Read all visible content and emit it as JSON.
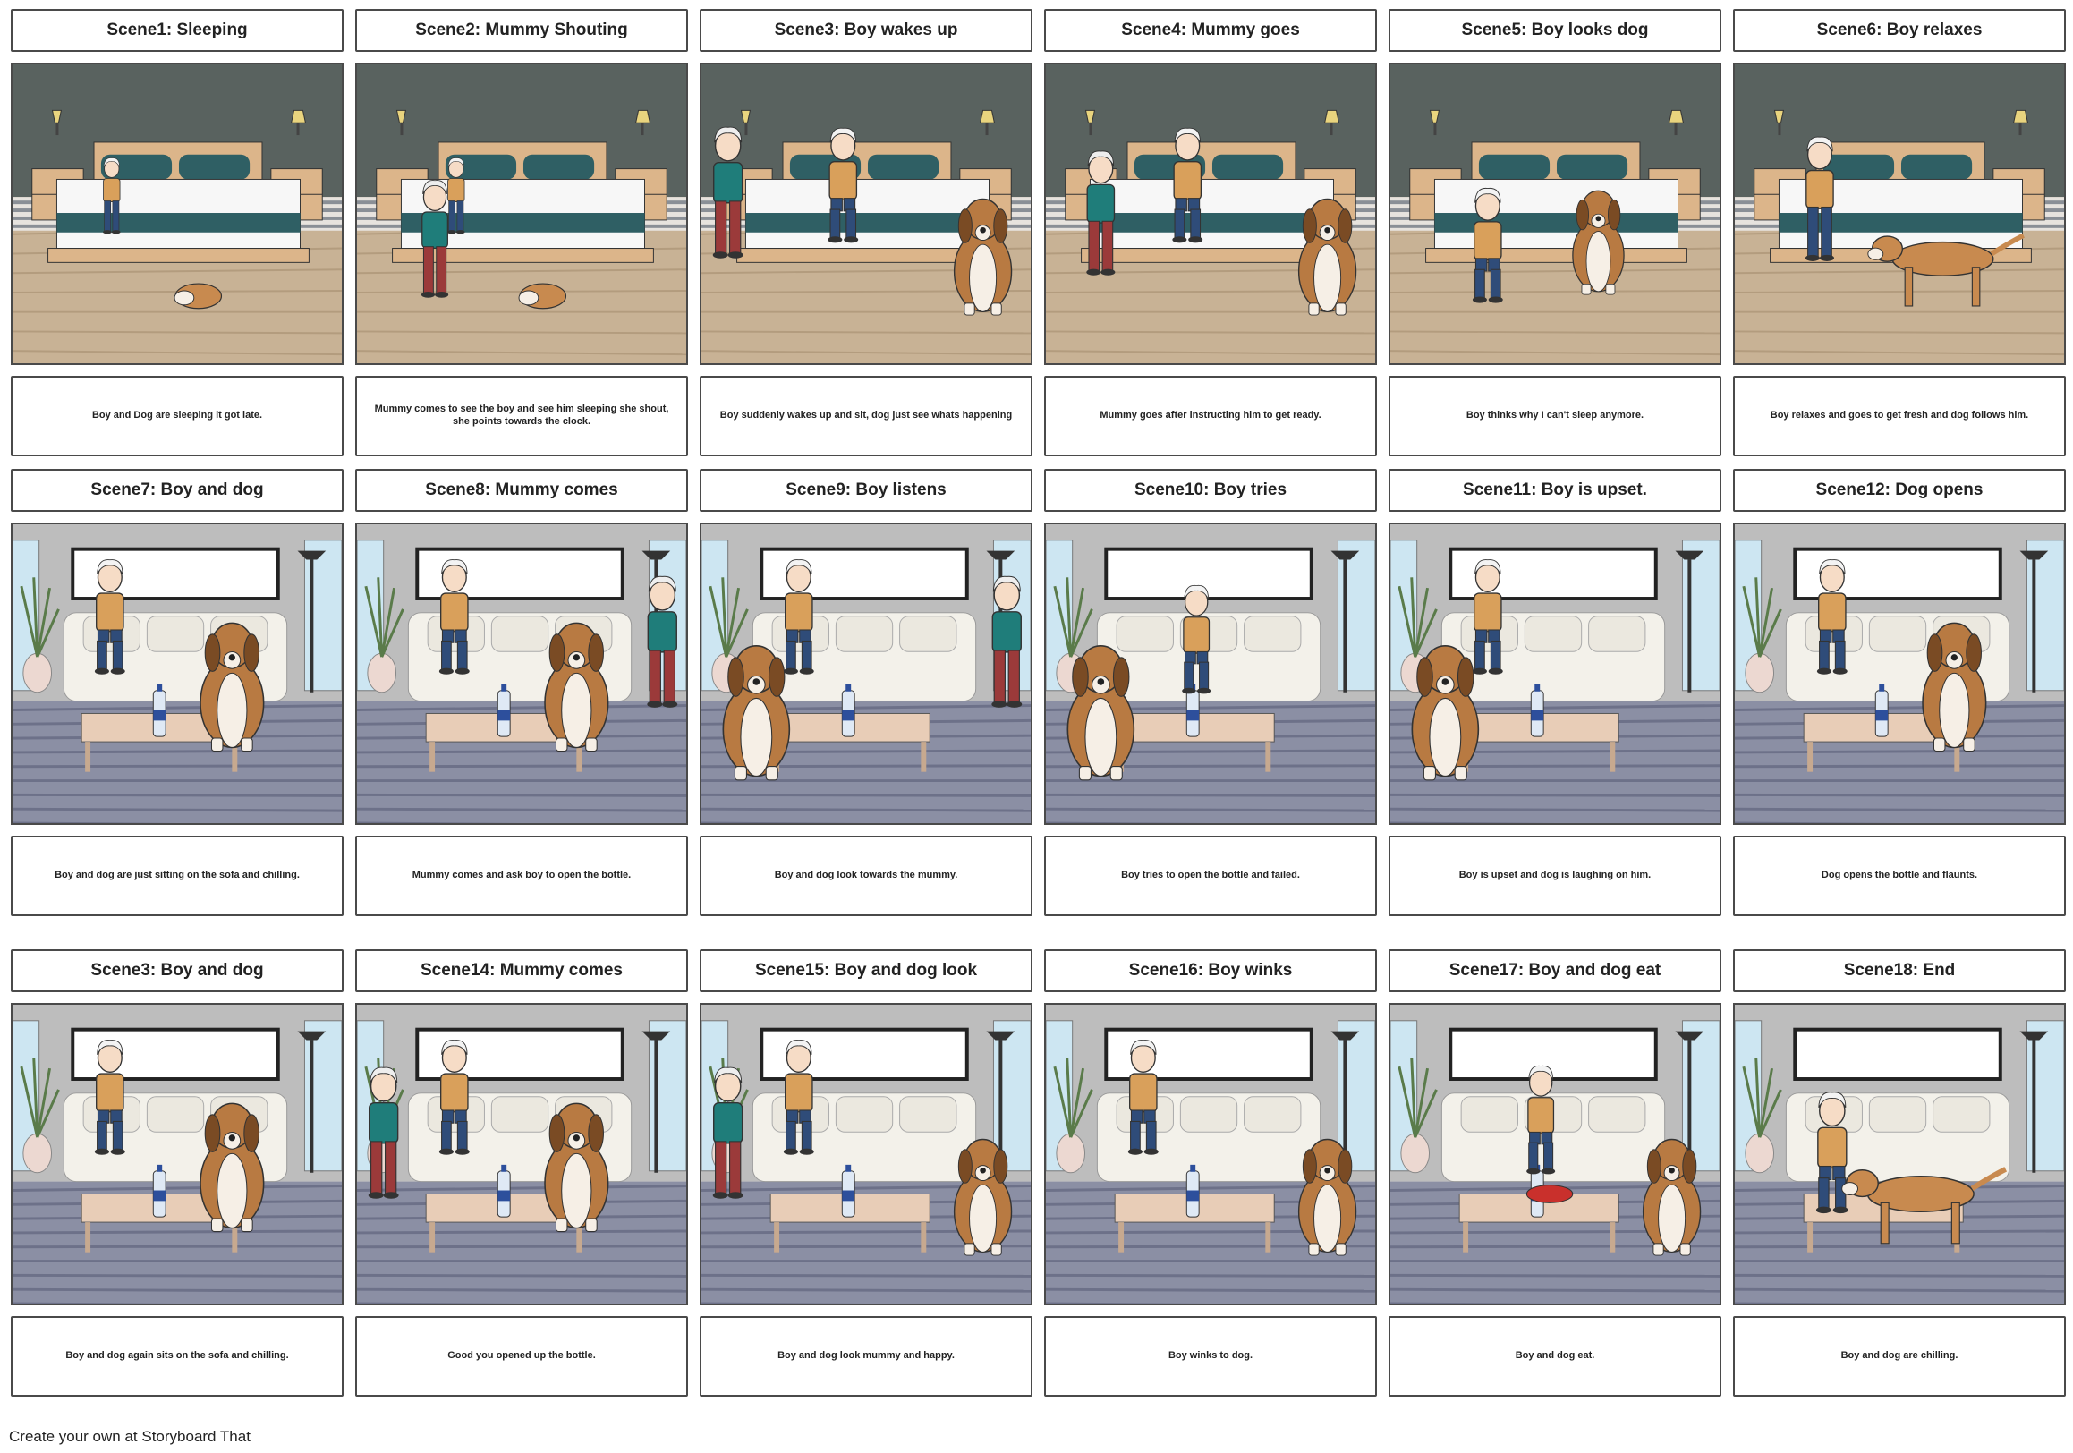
{
  "footer": {
    "credit": "Create your own at Storyboard That"
  },
  "scenes": [
    {
      "title": "Scene1: Sleeping",
      "caption": "Boy and Dog are sleeping it got late.",
      "setting": "bedroom",
      "mom": "none",
      "boy": "bed-stand",
      "dog": "sleep"
    },
    {
      "title": "Scene2: Mummy Shouting",
      "caption": "Mummy comes to see the boy and see him sleeping she shout, she points towards the clock.",
      "setting": "bedroom",
      "mom": "back",
      "boy": "bed-stand",
      "dog": "sleep"
    },
    {
      "title": "Scene3: Boy wakes up",
      "caption": "Boy suddenly wakes up and sit, dog just see whats happening",
      "setting": "bedroom",
      "mom": "left",
      "boy": "bed-sit",
      "dog": "sit-right"
    },
    {
      "title": "Scene4: Mummy goes",
      "caption": "Mummy goes after instructing him to get ready.",
      "setting": "bedroom",
      "mom": "walk",
      "boy": "bed-sit",
      "dog": "sit-right"
    },
    {
      "title": "Scene5: Boy looks dog",
      "caption": "Boy thinks why I can't sleep anymore.",
      "setting": "bedroom",
      "mom": "none",
      "boy": "kneel",
      "dog": "sit-center"
    },
    {
      "title": "Scene6: Boy relaxes",
      "caption": "Boy relaxes and goes to get fresh and dog follows him.",
      "setting": "bedroom",
      "mom": "none",
      "boy": "stand-left",
      "dog": "walk"
    },
    {
      "title": "Scene7: Boy and dog",
      "caption": "Boy and dog are just sitting on the sofa and chilling.",
      "setting": "living",
      "mom": "none",
      "boy": "sofa",
      "dog": "front"
    },
    {
      "title": "Scene8: Mummy comes",
      "caption": "Mummy comes and ask boy to open the bottle.",
      "setting": "living",
      "mom": "right",
      "boy": "sofa",
      "dog": "front"
    },
    {
      "title": "Scene9: Boy listens",
      "caption": "Boy and dog look towards the mummy.",
      "setting": "living",
      "mom": "right",
      "boy": "sofa",
      "dog": "sit-left"
    },
    {
      "title": "Scene10: Boy tries",
      "caption": "Boy tries to open the bottle and failed.",
      "setting": "living",
      "mom": "none",
      "boy": "kneel-table",
      "dog": "sit-left"
    },
    {
      "title": "Scene11: Boy is upset.",
      "caption": "Boy is upset and dog is laughing on him.",
      "setting": "living",
      "mom": "none",
      "boy": "sofa",
      "dog": "sit-left"
    },
    {
      "title": "Scene12: Dog opens",
      "caption": "Dog opens the bottle and flaunts.",
      "setting": "living",
      "mom": "none",
      "boy": "sofa",
      "dog": "front"
    },
    {
      "title": "Scene3: Boy and dog",
      "caption": "Boy and dog again sits on the sofa and chilling.",
      "setting": "living",
      "mom": "none",
      "boy": "sofa",
      "dog": "front"
    },
    {
      "title": "Scene14: Mummy comes",
      "caption": "Good you opened up the bottle.",
      "setting": "living",
      "mom": "left",
      "boy": "sofa",
      "dog": "front"
    },
    {
      "title": "Scene15: Boy and dog look",
      "caption": "Boy and dog look mummy and happy.",
      "setting": "living",
      "mom": "left",
      "boy": "sofa",
      "dog": "sit-right"
    },
    {
      "title": "Scene16: Boy winks",
      "caption": "Boy winks to dog.",
      "setting": "living",
      "mom": "none",
      "boy": "sofa",
      "dog": "sit-right"
    },
    {
      "title": "Scene17: Boy and dog eat",
      "caption": "Boy and dog eat.",
      "setting": "living",
      "mom": "none",
      "boy": "kneel-table",
      "dog": "sit-right"
    },
    {
      "title": "Scene18: End",
      "caption": "Boy and dog are chilling.",
      "setting": "living",
      "mom": "none",
      "boy": "hug",
      "dog": "play"
    }
  ]
}
